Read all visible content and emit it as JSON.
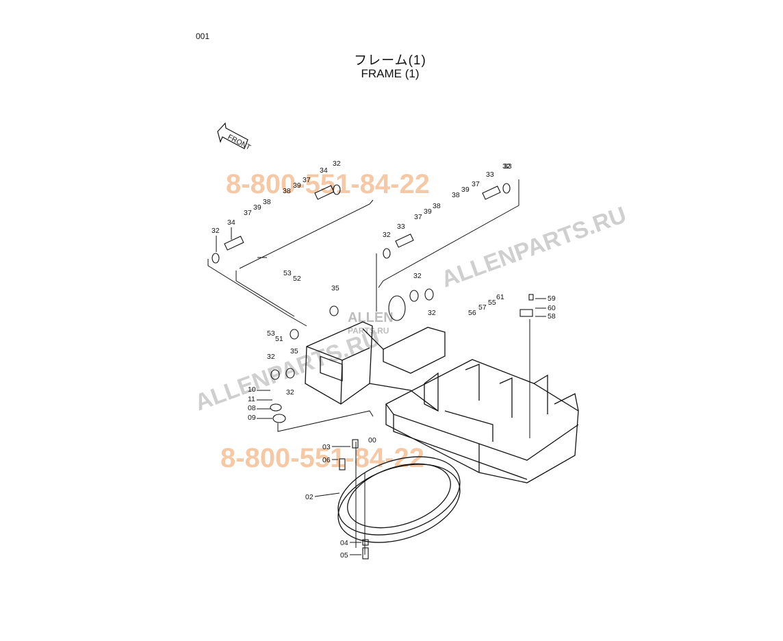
{
  "header": {
    "page_number": "001",
    "title_jp": "フレーム(1)",
    "title_en": "FRAME (1)"
  },
  "front_arrow": {
    "label": "FRONT"
  },
  "watermarks": {
    "phone": "8-800-551-84-22",
    "site": "ALLENPARTS.RU",
    "brand": "ALLEN",
    "brand_sub": "PARTS.RU"
  },
  "part_labels": [
    "32",
    "38",
    "39",
    "37",
    "34",
    "32",
    "34",
    "37",
    "39",
    "38",
    "32",
    "33",
    "37",
    "39",
    "38",
    "32",
    "33",
    "38",
    "39",
    "37",
    "33",
    "32",
    "53",
    "52",
    "35",
    "53",
    "51",
    "32",
    "32",
    "35",
    "32",
    "32",
    "61",
    "55",
    "57",
    "56",
    "59",
    "60",
    "58",
    "10",
    "11",
    "08",
    "09",
    "00",
    "03",
    "06",
    "02",
    "04",
    "05"
  ],
  "colors": {
    "line": "#111111",
    "watermark_orange": "#f6c9a6",
    "watermark_gray": "#cfcfcf"
  }
}
